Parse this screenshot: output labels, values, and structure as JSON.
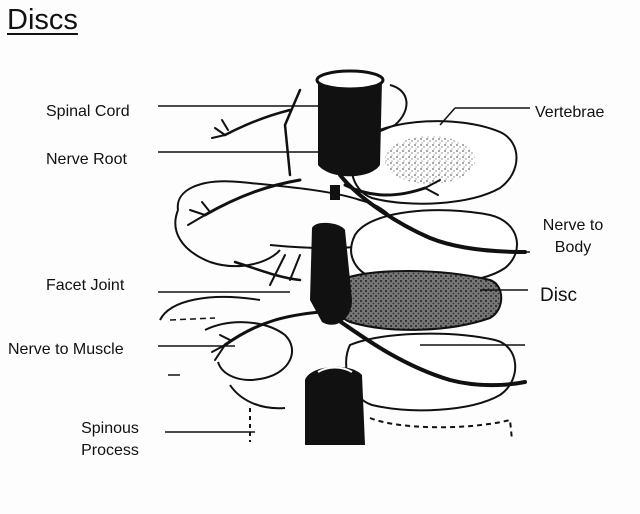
{
  "title": "Discs",
  "labels": {
    "spinal_cord": "Spinal Cord",
    "nerve_root": "Nerve Root",
    "facet_joint": "Facet Joint",
    "nerve_to_muscle": "Nerve to Muscle",
    "spinous_process_line1": "Spinous",
    "spinous_process_line2": "Process",
    "vertebrae": "Vertebrae",
    "nerve_to_body_line1": "Nerve to",
    "nerve_to_body_line2": "Body",
    "disc": "Disc"
  },
  "colors": {
    "ink": "#111111",
    "paper": "#fdfdfd",
    "disc_shade": "#6a6a6a"
  }
}
